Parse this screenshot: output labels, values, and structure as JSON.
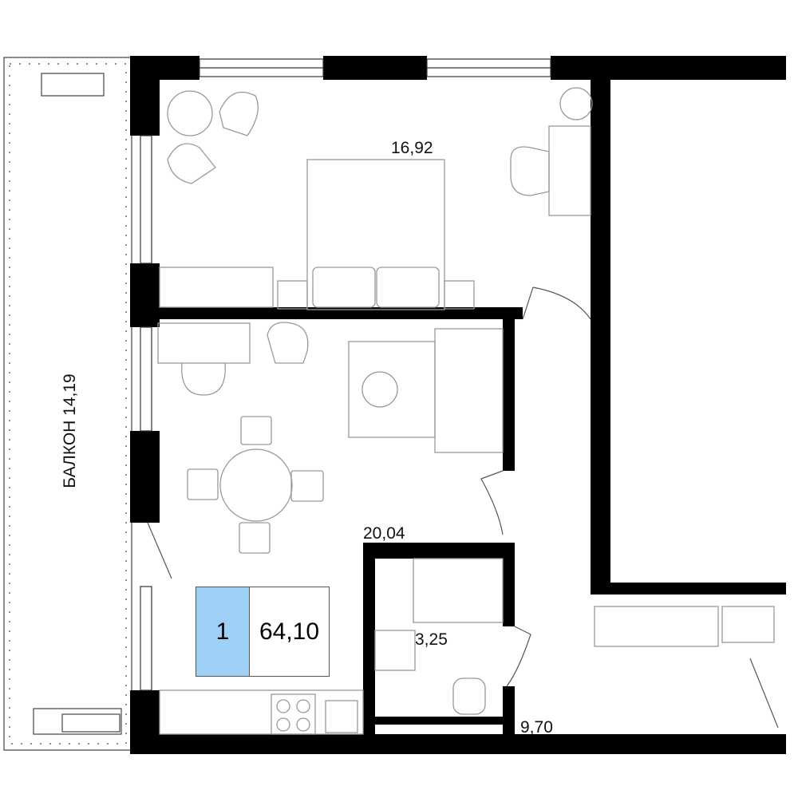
{
  "rooms": {
    "bedroom_area": "16,92",
    "living_area": "20,04",
    "bathroom_area": "3,25",
    "hall_area": "9,70",
    "balcony_label": "БАЛКОН 14,19"
  },
  "apartment": {
    "rooms_count": "1",
    "total_area": "64,10",
    "badge_color": "#9ecff5"
  }
}
